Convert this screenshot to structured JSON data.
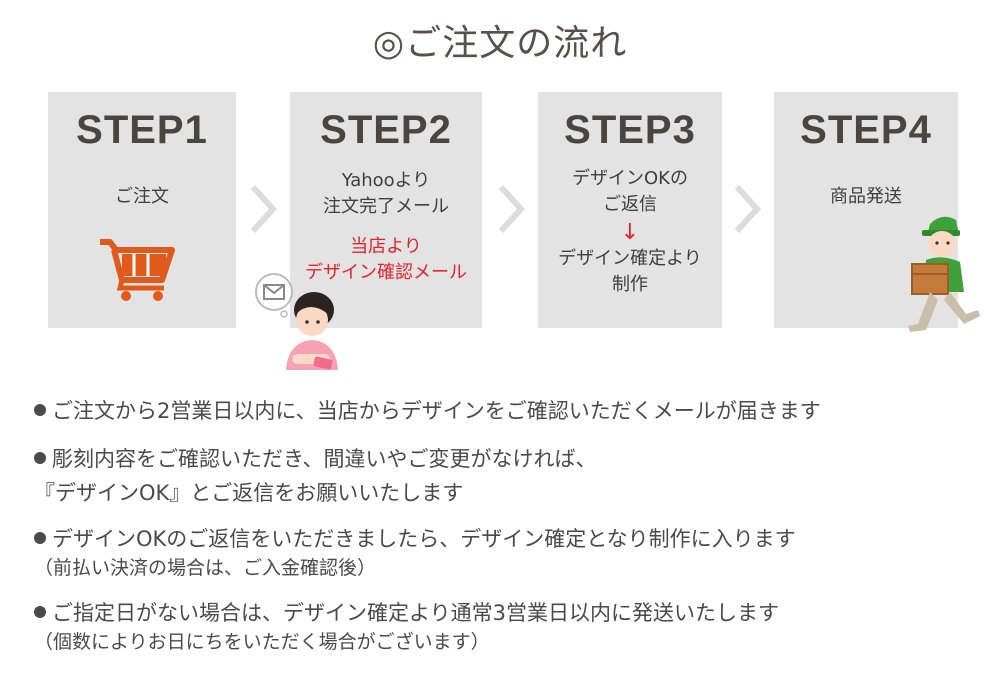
{
  "title": "◎ご注文の流れ",
  "steps": [
    {
      "heading": "STEP1",
      "lines": [
        "ご注文"
      ]
    },
    {
      "heading": "STEP2",
      "lines": [
        "Yahooより",
        "注文完了メール"
      ],
      "red_lines": [
        "当店より",
        "デザイン確認メール"
      ]
    },
    {
      "heading": "STEP3",
      "lines": [
        "デザインOKの",
        "ご返信"
      ],
      "arrow": "↓",
      "lines_after": [
        "デザイン確定より",
        "制作"
      ]
    },
    {
      "heading": "STEP4",
      "lines": [
        "商品発送"
      ]
    }
  ],
  "bullets": [
    {
      "lines": [
        "ご注文から2営業日以内に、当店からデザインをご確認いただくメールが届きます"
      ]
    },
    {
      "lines": [
        "彫刻内容をご確認いただき、間違いやご変更がなければ、",
        "『デザインOK』とご返信をお願いいたします"
      ]
    },
    {
      "lines": [
        "デザインOKのご返信をいただきましたら、デザイン確定となり制作に入ります"
      ],
      "note": "（前払い決済の場合は、ご入金確認後）"
    },
    {
      "lines": [
        "ご指定日がない場合は、デザイン確定より通常3営業日以内に発送いたします"
      ],
      "note": "（個数によりお日にちをいただく場合がございます）"
    }
  ],
  "icons": [
    "cart-icon",
    "chevron-right-icon",
    "woman-phone-illustration",
    "mail-bubble-icon",
    "delivery-man-illustration"
  ],
  "colors": {
    "accent": "#e05a1c",
    "red": "#e3242b",
    "box": "#e3e3e3",
    "green": "#3ea13a"
  }
}
